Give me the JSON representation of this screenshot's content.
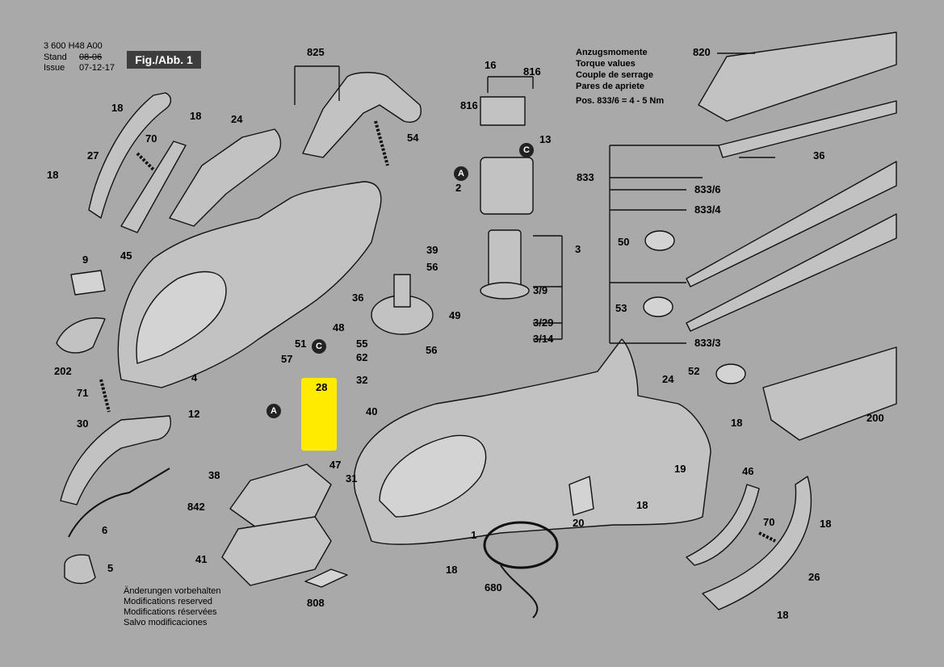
{
  "header": {
    "doc_number": "3 600 H48 A00",
    "stand_label": "Stand",
    "stand_value": "08-06",
    "issue_label": "Issue",
    "issue_value": "07-12-17",
    "figure_label": "Fig./Abb. 1"
  },
  "torque": {
    "lines": [
      "Anzugsmomente",
      "Torque values",
      "Couple de serrage",
      "Pares de apriete",
      "Pos. 833/6 = 4 - 5 Nm"
    ]
  },
  "footer": {
    "lines": [
      "Änderungen vorbehalten",
      "Modifications reserved",
      "Modifications réservées",
      "Salvo modificaciones"
    ]
  },
  "markers": {
    "a": "A",
    "c": "C"
  },
  "highlight_color": "#ffeb00",
  "parts": {
    "p3600": "3 600 H48 A00",
    "p825": "825",
    "p16": "16",
    "p816a": "816",
    "p816b": "816",
    "p13": "13",
    "p2": "2",
    "p3": "3",
    "p39": "39",
    "p56a": "56",
    "p56b": "56",
    "p49": "49",
    "p3_9": "3/9",
    "p3_29": "3/29",
    "p3_14": "3/14",
    "p820": "820",
    "p36a": "36",
    "p36b": "36",
    "p833": "833",
    "p833_6": "833/6",
    "p833_4": "833/4",
    "p50": "50",
    "p53": "53",
    "p833_3": "833/3",
    "p52": "52",
    "p200": "200",
    "p18a": "18",
    "p18b": "18",
    "p18c": "18",
    "p18d": "18",
    "p18e": "18",
    "p18f": "18",
    "p18g": "18",
    "p18h": "18",
    "p27": "27",
    "p70a": "70",
    "p70b": "70",
    "p24a": "24",
    "p24b": "24",
    "p54": "54",
    "p45": "45",
    "p9": "9",
    "p202": "202",
    "p71": "71",
    "p30": "30",
    "p12": "12",
    "p4": "4",
    "p57": "57",
    "p51": "51",
    "p48": "48",
    "p55": "55",
    "p62": "62",
    "p32": "32",
    "p28": "28",
    "p40": "40",
    "p47": "47",
    "p31": "31",
    "p38": "38",
    "p842": "842",
    "p41": "41",
    "p808": "808",
    "p6": "6",
    "p5": "5",
    "p1": "1",
    "p680": "680",
    "p20": "20",
    "p19": "19",
    "p46": "46",
    "p26": "26"
  }
}
